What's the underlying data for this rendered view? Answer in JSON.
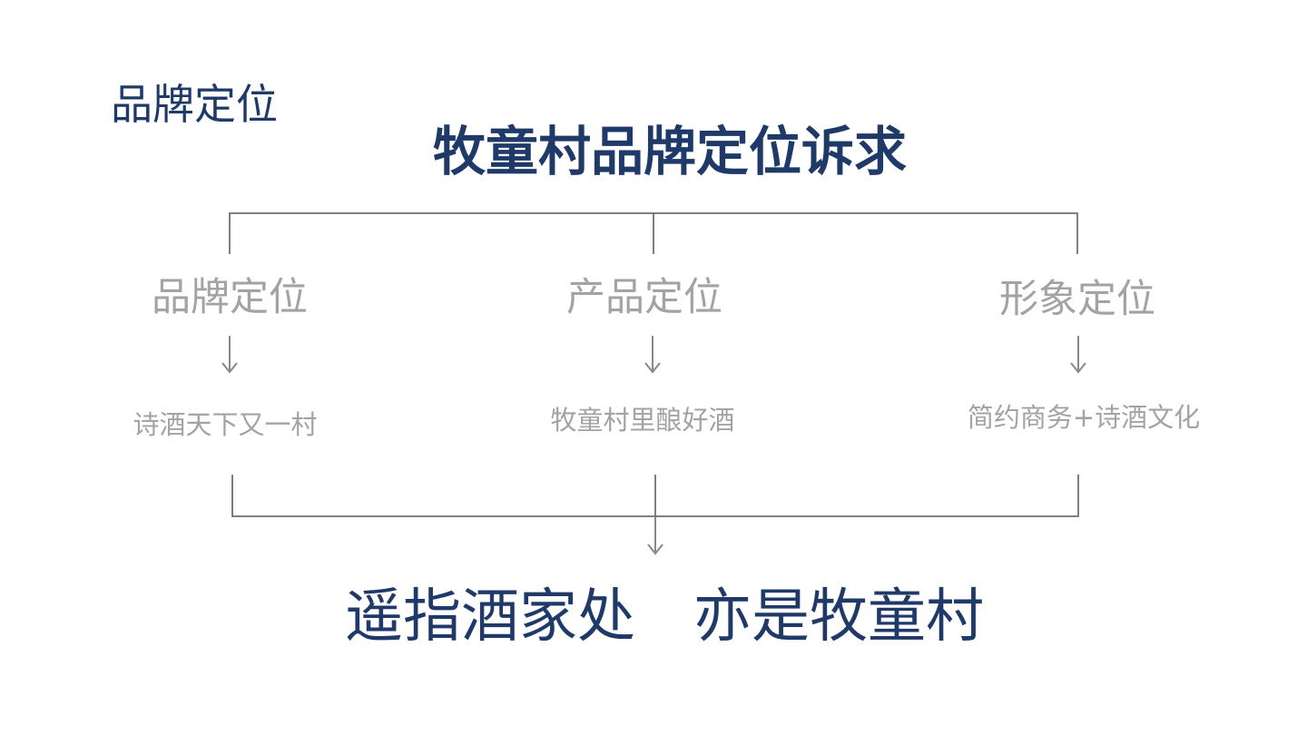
{
  "header": {
    "section_label": "品牌定位",
    "main_title": "牧童村品牌定位诉求"
  },
  "branches": [
    {
      "title": "品牌定位",
      "description": "诗酒天下又一村"
    },
    {
      "title": "产品定位",
      "description": "牧童村里酿好酒"
    },
    {
      "title": "形象定位",
      "description": "简约商务+诗酒文化"
    }
  ],
  "conclusion": {
    "slogan": "遥指酒家处　亦是牧童村"
  },
  "colors": {
    "title": "#1f3a68",
    "branch_text": "#a3a3a3",
    "connector": "#555555",
    "arrow": "#888888"
  }
}
